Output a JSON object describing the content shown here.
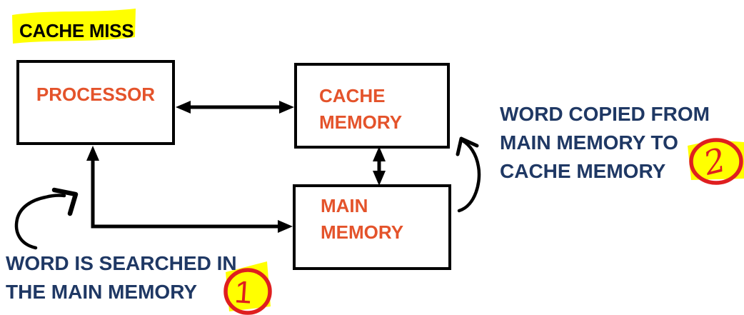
{
  "title": "CACHE MISS",
  "boxes": {
    "processor": {
      "label": "PROCESSOR"
    },
    "cache_memory": {
      "line1": "CACHE",
      "line2": "MEMORY"
    },
    "main_memory": {
      "line1": "MAIN",
      "line2": "MEMORY"
    }
  },
  "annotations": {
    "step1": {
      "line1": "WORD IS SEARCHED IN",
      "line2": "THE MAIN MEMORY",
      "number": "1"
    },
    "step2": {
      "line1": "WORD COPIED FROM",
      "line2": "MAIN MEMORY TO",
      "line3": "CACHE MEMORY",
      "number": "2"
    }
  },
  "colors": {
    "highlight_yellow": "#FFFF00",
    "box_label_orange": "#E4532B",
    "annotation_navy": "#1F3864",
    "ink_black": "#000000",
    "marker_red": "#DF1F1F"
  }
}
